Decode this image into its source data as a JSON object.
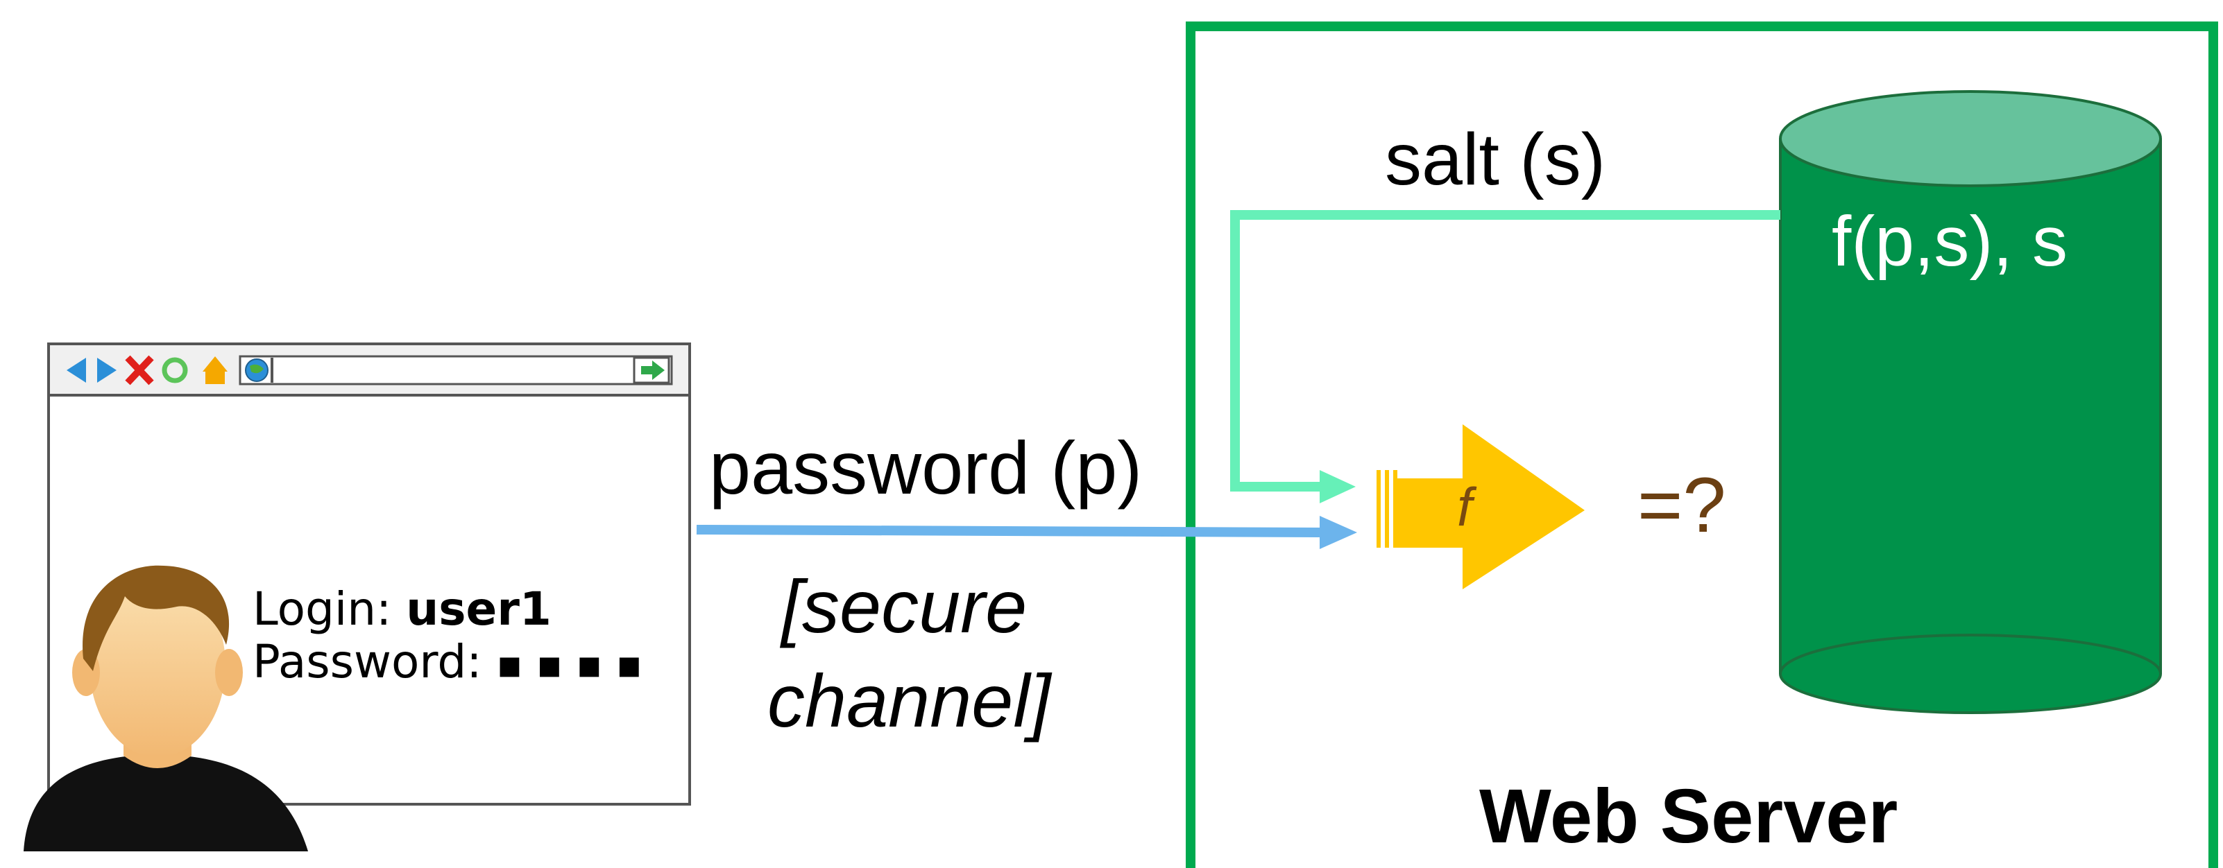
{
  "browser": {
    "login_label": "Login:",
    "login_value": "user1",
    "password_label": "Password:",
    "password_mask": "▪ ▪ ▪ ▪"
  },
  "channel": {
    "password_label": "password (p)",
    "secure_line1": "[secure",
    "secure_line2": "channel]"
  },
  "server": {
    "title": "Web Server",
    "salt_label": "salt (s)",
    "db_label": "f(p,s), s",
    "function_label": "f",
    "compare_label": "=?"
  },
  "colors": {
    "server_border": "#00aa4f",
    "database": "#00924a",
    "database_top": "#66c29c",
    "salt_arrow": "#66f0b8",
    "password_arrow": "#6cb4ec",
    "function_shape": "#ffc600",
    "function_text": "#7a4a10",
    "compare_text": "#6b3f12"
  }
}
